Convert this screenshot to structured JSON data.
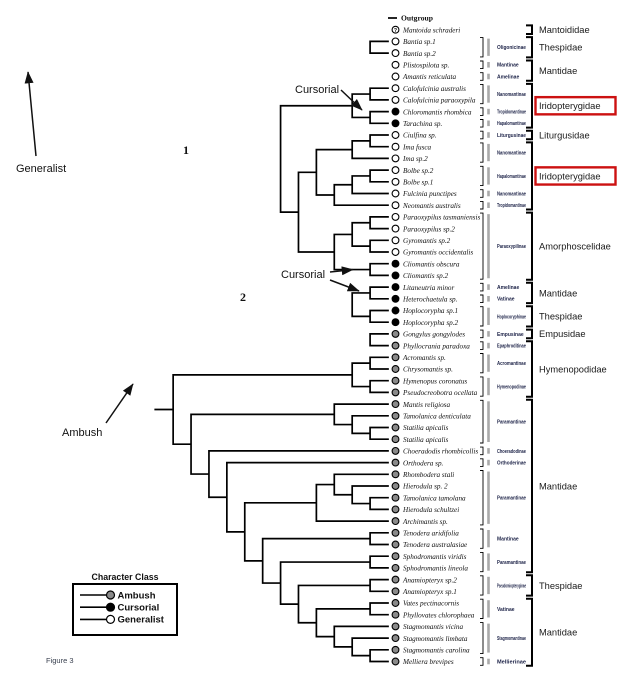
{
  "figure": {
    "caption": "Figure 3"
  },
  "legend": {
    "title": "Character Class",
    "items": [
      {
        "key": "ambush",
        "label": "Ambush"
      },
      {
        "key": "cursorial",
        "label": "Cursorial"
      },
      {
        "key": "generalist",
        "label": "Generalist"
      }
    ]
  },
  "annotations": [
    {
      "id": "generalist",
      "text": "Generalist"
    },
    {
      "id": "cursorial-1",
      "text": "Cursorial"
    },
    {
      "id": "node-1",
      "text": "1"
    },
    {
      "id": "cursorial-2",
      "text": "Cursorial"
    },
    {
      "id": "node-2",
      "text": "2"
    },
    {
      "id": "ambush",
      "text": "Ambush"
    }
  ],
  "colors": {
    "branch": "#000000",
    "ambush": "#8a8a8a",
    "cursorial": "#000000",
    "generalist": "#ffffff",
    "highlight": "#cc1111",
    "subfamily_label": "#1c2247"
  },
  "taxa": [
    {
      "name": "Outgroup",
      "symbol": "none"
    },
    {
      "name": "Mantoida schraderi",
      "symbol": "question"
    },
    {
      "name": "Bantia sp.1",
      "symbol": "generalist"
    },
    {
      "name": "Bantia sp.2",
      "symbol": "generalist"
    },
    {
      "name": "Plistospilota sp.",
      "symbol": "generalist"
    },
    {
      "name": "Amantis reticulata",
      "symbol": "generalist"
    },
    {
      "name": "Calofulcinia australis",
      "symbol": "generalist"
    },
    {
      "name": "Calofulcinia paraoxypila",
      "symbol": "generalist"
    },
    {
      "name": "Chloromantis rhombica",
      "symbol": "cursorial"
    },
    {
      "name": "Tarachina sp.",
      "symbol": "cursorial"
    },
    {
      "name": "Ciulfina sp.",
      "symbol": "generalist"
    },
    {
      "name": "Ima fusca",
      "symbol": "generalist"
    },
    {
      "name": "Ima sp.2",
      "symbol": "generalist"
    },
    {
      "name": "Bolbe sp.2",
      "symbol": "generalist"
    },
    {
      "name": "Bolbe sp.1",
      "symbol": "generalist"
    },
    {
      "name": "Fulcinia punctipes",
      "symbol": "generalist"
    },
    {
      "name": "Neomantis australis",
      "symbol": "generalist"
    },
    {
      "name": "Paraoxypilus tasmaniensis",
      "symbol": "generalist"
    },
    {
      "name": "Paraoxypilus sp.2",
      "symbol": "generalist"
    },
    {
      "name": "Gyromantis sp.2",
      "symbol": "generalist"
    },
    {
      "name": "Gyromantis occidentalis",
      "symbol": "generalist"
    },
    {
      "name": "Cliomantis obscura",
      "symbol": "cursorial"
    },
    {
      "name": "Cliomantis sp.2",
      "symbol": "cursorial"
    },
    {
      "name": "Litaneutria minor",
      "symbol": "cursorial"
    },
    {
      "name": "Heterochaetula sp.",
      "symbol": "cursorial"
    },
    {
      "name": "Hoplocorypha sp.1",
      "symbol": "cursorial"
    },
    {
      "name": "Hoplocorypha sp.2",
      "symbol": "cursorial"
    },
    {
      "name": "Gongylus gongylodes",
      "symbol": "ambush"
    },
    {
      "name": "Phyllocrania paradoxa",
      "symbol": "ambush"
    },
    {
      "name": "Acromantis sp.",
      "symbol": "ambush"
    },
    {
      "name": "Chrysomantis sp.",
      "symbol": "ambush"
    },
    {
      "name": "Hymenopus coronatus",
      "symbol": "ambush"
    },
    {
      "name": "Pseudocreobotra ocellata",
      "symbol": "ambush"
    },
    {
      "name": "Mantis religiosa",
      "symbol": "ambush"
    },
    {
      "name": "Tamolanica denticulata",
      "symbol": "ambush"
    },
    {
      "name": "Statilia apicalis",
      "symbol": "ambush"
    },
    {
      "name": "Statilia apicalis",
      "symbol": "ambush"
    },
    {
      "name": "Choeradodis rhombicollis",
      "symbol": "ambush"
    },
    {
      "name": "Orthodera sp.",
      "symbol": "ambush"
    },
    {
      "name": "Rhombodera stali",
      "symbol": "ambush"
    },
    {
      "name": "Hierodula sp. 2",
      "symbol": "ambush"
    },
    {
      "name": "Tamolanica tamolana",
      "symbol": "ambush"
    },
    {
      "name": "Hierodula schultzei",
      "symbol": "ambush"
    },
    {
      "name": "Archimantis sp.",
      "symbol": "ambush"
    },
    {
      "name": "Tenodera aridifolia",
      "symbol": "ambush"
    },
    {
      "name": "Tenodera australasiae",
      "symbol": "ambush"
    },
    {
      "name": "Sphodromantis viridis",
      "symbol": "ambush"
    },
    {
      "name": "Sphodromantis lineola",
      "symbol": "ambush"
    },
    {
      "name": "Anamiopteryx sp.2",
      "symbol": "ambush"
    },
    {
      "name": "Anamiopteryx sp.1",
      "symbol": "ambush"
    },
    {
      "name": "Vates pectinacornis",
      "symbol": "ambush"
    },
    {
      "name": "Phyllovates chlorophaea",
      "symbol": "ambush"
    },
    {
      "name": "Stagmomantis vicina",
      "symbol": "ambush"
    },
    {
      "name": "Stagmomantis limbata",
      "symbol": "ambush"
    },
    {
      "name": "Stagmomantis carolina",
      "symbol": "ambush"
    },
    {
      "name": "Melliera brevipes",
      "symbol": "ambush"
    }
  ],
  "subfamilies": [
    {
      "label": "Oligonicinae",
      "from": 2,
      "to": 3
    },
    {
      "label": "Mantinae",
      "from": 4,
      "to": 4
    },
    {
      "label": "Amelinae",
      "from": 5,
      "to": 5
    },
    {
      "label": "Nanomantinae",
      "from": 6,
      "to": 7
    },
    {
      "label": "Tropidomantinae",
      "from": 8,
      "to": 8
    },
    {
      "label": "Hapalomantinae",
      "from": 9,
      "to": 9
    },
    {
      "label": "Liturgusinae",
      "from": 10,
      "to": 10
    },
    {
      "label": "Nanomantinae",
      "from": 11,
      "to": 12
    },
    {
      "label": "Hapalomantinae",
      "from": 13,
      "to": 14
    },
    {
      "label": "Nanomantinae",
      "from": 15,
      "to": 15
    },
    {
      "label": "Tropidomantinae",
      "from": 16,
      "to": 16
    },
    {
      "label": "Paraoxypilinae",
      "from": 17,
      "to": 22
    },
    {
      "label": "Amelinae",
      "from": 23,
      "to": 23
    },
    {
      "label": "Vatinae",
      "from": 24,
      "to": 24
    },
    {
      "label": "Hoplocoryphinae",
      "from": 25,
      "to": 26
    },
    {
      "label": "Empusinae",
      "from": 27,
      "to": 27
    },
    {
      "label": "Epaphroditinae",
      "from": 28,
      "to": 28
    },
    {
      "label": "Acromantinae",
      "from": 29,
      "to": 30
    },
    {
      "label": "Hymenopodinae",
      "from": 31,
      "to": 32
    },
    {
      "label": "Paramantinae",
      "from": 33,
      "to": 36
    },
    {
      "label": "Choeradodinae",
      "from": 37,
      "to": 37
    },
    {
      "label": "Orthoderinae",
      "from": 38,
      "to": 38
    },
    {
      "label": "Paramantinae",
      "from": 39,
      "to": 43
    },
    {
      "label": "Mantinae",
      "from": 44,
      "to": 45
    },
    {
      "label": "Paramantinae",
      "from": 46,
      "to": 47
    },
    {
      "label": "Pseudomiopteryginae",
      "from": 48,
      "to": 49
    },
    {
      "label": "Vatinae",
      "from": 50,
      "to": 51
    },
    {
      "label": "Stagmomantinae",
      "from": 52,
      "to": 54
    },
    {
      "label": "Mellierinae",
      "from": 55,
      "to": 55
    }
  ],
  "families": [
    {
      "label": "Mantoididae",
      "from": 1,
      "to": 1,
      "highlighted": false
    },
    {
      "label": "Thespidae",
      "from": 2,
      "to": 3,
      "highlighted": false
    },
    {
      "label": "Mantidae",
      "from": 4,
      "to": 5,
      "highlighted": false
    },
    {
      "label": "Iridopterygidae",
      "from": 6,
      "to": 9,
      "highlighted": true
    },
    {
      "label": "Liturgusidae",
      "from": 10,
      "to": 10,
      "highlighted": false
    },
    {
      "label": "Iridopterygidae",
      "from": 11,
      "to": 16,
      "highlighted": true
    },
    {
      "label": "Amorphoscelidae",
      "from": 17,
      "to": 22,
      "highlighted": false
    },
    {
      "label": "Mantidae",
      "from": 23,
      "to": 24,
      "highlighted": false
    },
    {
      "label": "Thespidae",
      "from": 25,
      "to": 26,
      "highlighted": false
    },
    {
      "label": "Empusidae",
      "from": 27,
      "to": 27,
      "highlighted": false
    },
    {
      "label": "Hymenopodidae",
      "from": 28,
      "to": 32,
      "highlighted": false
    },
    {
      "label": "Mantidae",
      "from": 33,
      "to": 47,
      "highlighted": false
    },
    {
      "label": "Thespidae",
      "from": 48,
      "to": 49,
      "highlighted": false
    },
    {
      "label": "Mantidae",
      "from": 50,
      "to": 55,
      "highlighted": false
    }
  ],
  "tree": [
    0,
    [
      1,
      [
        [
          2,
          3
        ],
        [
          4,
          [
            5,
            [
              [
                [
                  [
                    6,
                    7
                  ],
                  [
                    8,
                    9
                  ]
                ],
                [
                  [
                    [
                      [
                        10,
                        11
                      ],
                      12
                    ],
                    [
                      [
                        [
                          13,
                          14
                        ],
                        15
                      ],
                      16
                    ]
                  ],
                  [
                    [
                      [
                        17,
                        18
                      ],
                      [
                        19,
                        20
                      ]
                    ],
                    [
                      21,
                      22
                    ]
                  ]
                ]
              ],
              [
                [
                  [
                    23,
                    24
                  ],
                  [
                    25,
                    26
                  ]
                ],
                [
                  [
                    27,
                    28
                  ],
                  [
                    [
                      [
                        [
                          29,
                          30
                        ],
                        [
                          31,
                          32
                        ]
                      ],
                      [
                        [
                          33,
                          [
                            34,
                            [
                              35,
                              36
                            ]
                          ]
                        ],
                        [
                          37,
                          [
                            38,
                            [
                              [
                                [
                                  39,
                                  [
                                    40,
                                    [
                                      41,
                                      42
                                    ]
                                  ]
                                ],
                                43
                              ],
                              [
                                [
                                  44,
                                  45
                                ],
                                [
                                  [
                                    46,
                                    47
                                  ],
                                  [
                                    [
                                      48,
                                      49
                                    ],
                                    [
                                      [
                                        50,
                                        51
                                      ],
                                      [
                                        52,
                                        [
                                          53,
                                          [
                                            54,
                                            55
                                          ]
                                        ]
                                      ]
                                    ]
                                  ]
                                ]
                              ]
                            ]
                          ]
                        ]
                      ]
                    ]
                  ]
                ]
              ]
            ]
          ]
        ]
      ]
    ]
  ]
}
